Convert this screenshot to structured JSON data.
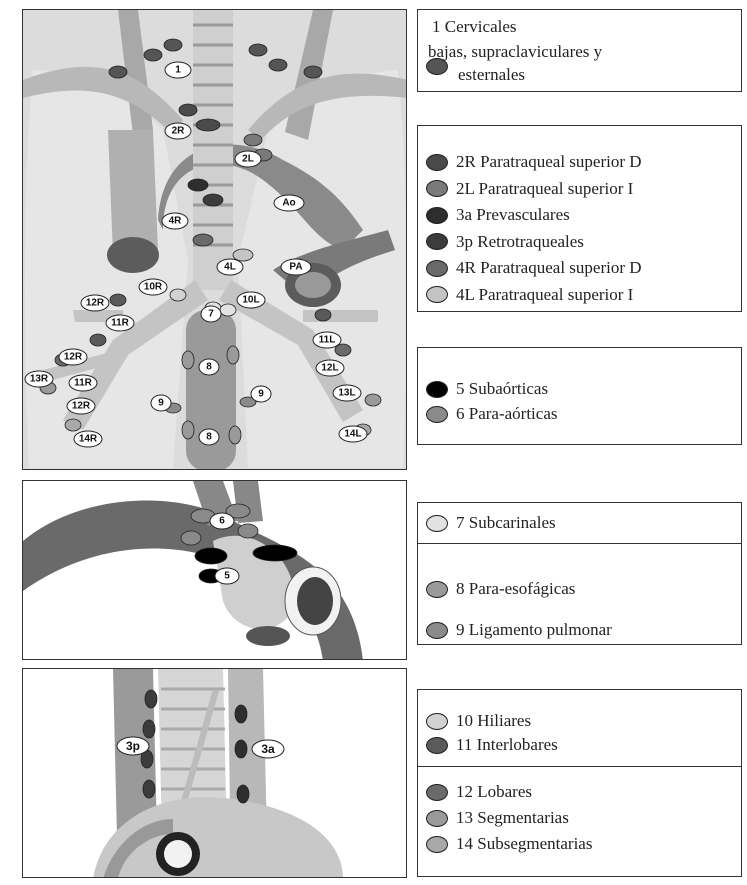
{
  "figure": {
    "panel_top_labels": {
      "n1": "1",
      "n2R": "2R",
      "n2L": "2L",
      "n4R": "4R",
      "n4L": "4L",
      "Ao": "Ao",
      "PA": "PA",
      "n10R": "10R",
      "n10L": "10L",
      "n7": "7",
      "n12R_a": "12R",
      "n11R_a": "11R",
      "n12R_b": "12R",
      "n13R": "13R",
      "n11R_b": "11R",
      "n12R_c": "12R",
      "n14R": "14R",
      "n8_a": "8",
      "n8_b": "8",
      "n9_l": "9",
      "n9_r": "9",
      "n11L": "11L",
      "n12L": "12L",
      "n13L": "13L",
      "n14L": "14L"
    },
    "panel_mid_labels": {
      "n6": "6",
      "n5": "5"
    },
    "panel_bottom_labels": {
      "n3p": "3p",
      "n3a": "3a"
    }
  },
  "legend": {
    "g1": {
      "line1": "1 Cervicales",
      "line2": "bajas, supraclaviculares y",
      "line3": "esternales",
      "color": "#555555"
    },
    "g2": [
      {
        "text": "2R Paratraqueal superior D",
        "color": "#4a4a4a"
      },
      {
        "text": "2L Paratraqueal superior I",
        "color": "#7a7a7a"
      },
      {
        "text": "3a Prevasculares",
        "color": "#2e2e2e"
      },
      {
        "text": "3p Retrotraqueales",
        "color": "#3c3c3c"
      },
      {
        "text": "4R Paratraqueal superior D",
        "color": "#6a6a6a"
      },
      {
        "text": "4L Paratraqueal superior I",
        "color": "#c4c4c4"
      }
    ],
    "g3": [
      {
        "text": "5 Subaórticas",
        "color": "#000000"
      },
      {
        "text": "6 Para-aórticas",
        "color": "#8a8a8a"
      }
    ],
    "g4a": [
      {
        "text": "7 Subcarinales",
        "color": "#e2e2e2"
      }
    ],
    "g4b": [
      {
        "text": "8 Para-esofágicas",
        "color": "#9a9a9a"
      },
      {
        "text": "9 Ligamento pulmonar",
        "color": "#8a8a8a"
      }
    ],
    "g5a": [
      {
        "text": "10 Hiliares",
        "color": "#d2d2d2"
      },
      {
        "text": "11 Interlobares",
        "color": "#5a5a5a"
      }
    ],
    "g5b": [
      {
        "text": "12 Lobares",
        "color": "#6a6a6a"
      },
      {
        "text": "13 Segmentarias",
        "color": "#9a9a9a"
      },
      {
        "text": "14 Subsegmentarias",
        "color": "#a8a8a8"
      }
    ]
  }
}
